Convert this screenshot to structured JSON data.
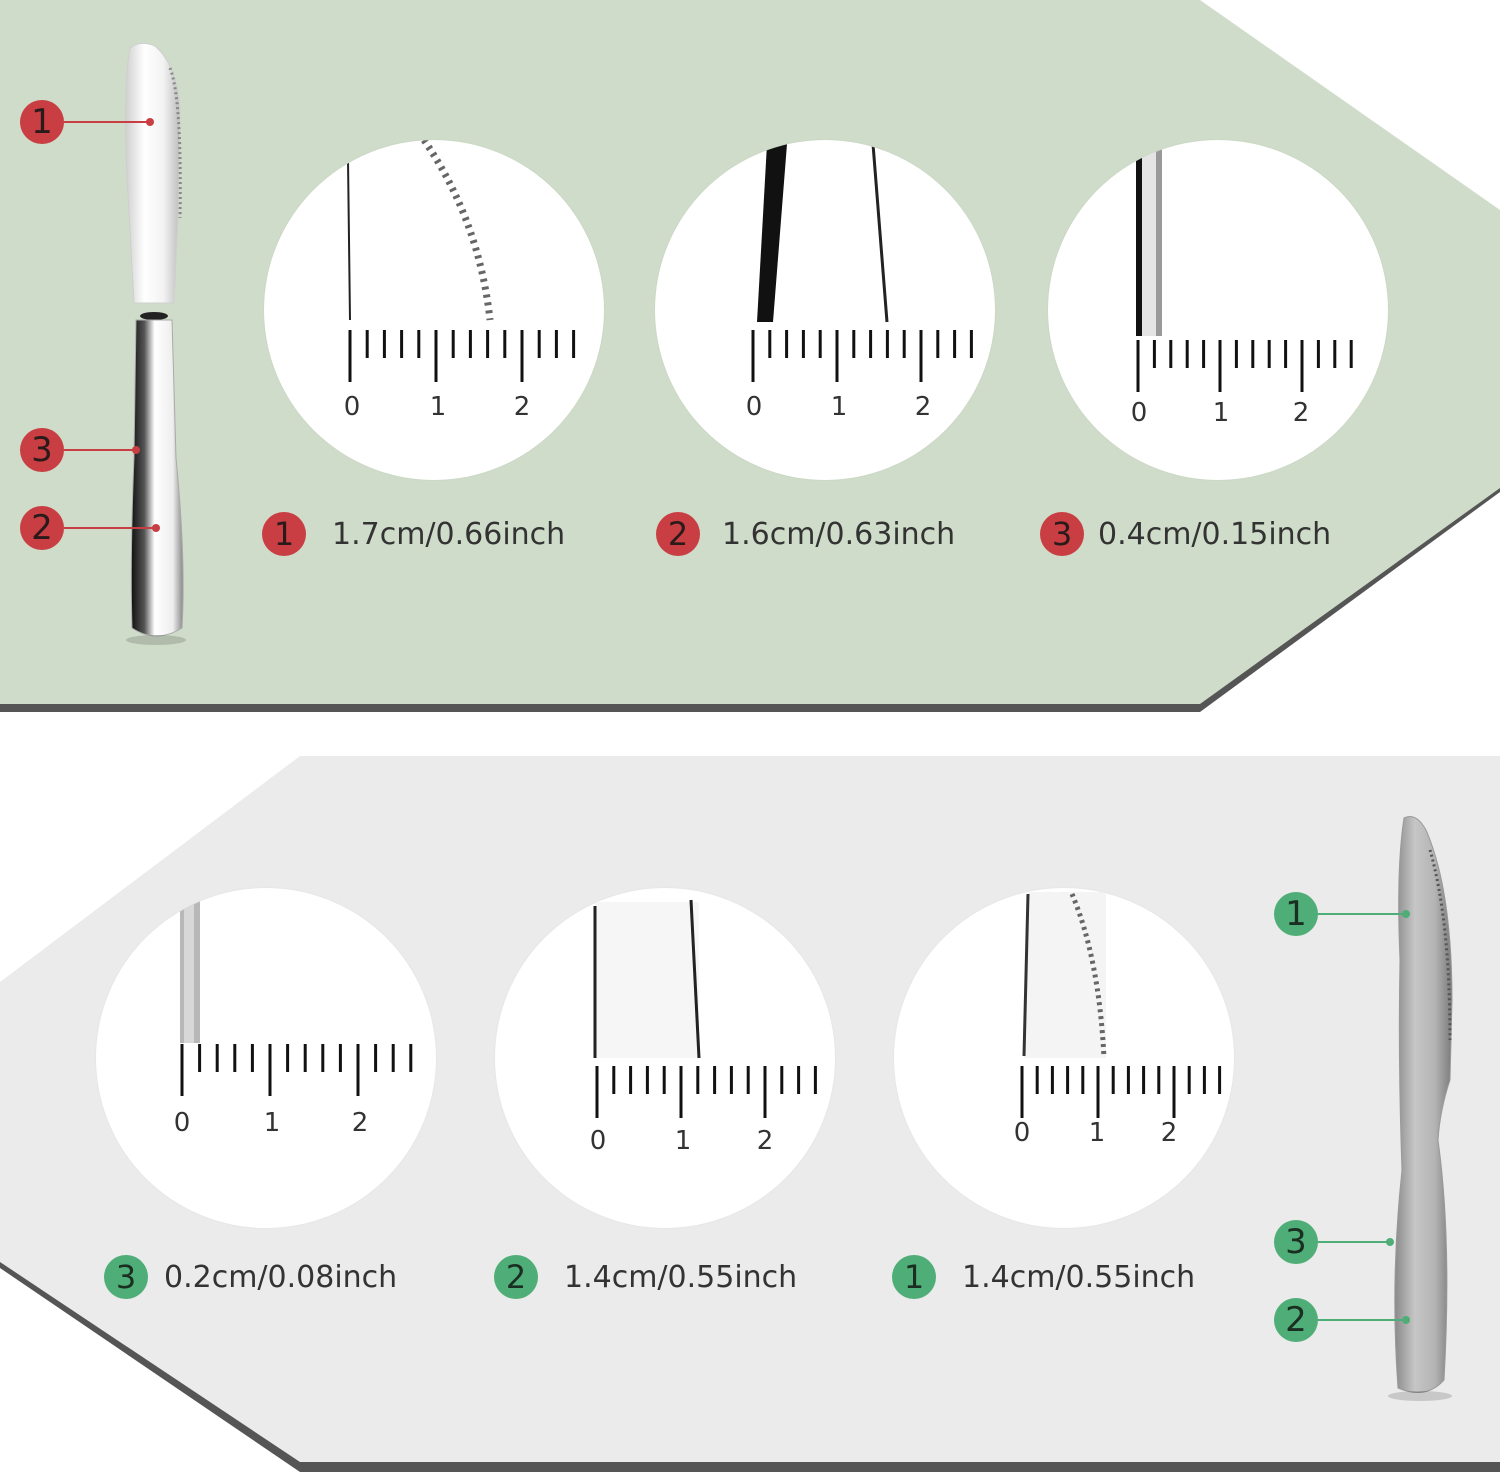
{
  "colors": {
    "top_panel": "#cfdcc9",
    "bottom_panel": "#ebebeb",
    "red_badge": "#c93e43",
    "green_badge": "#4fae77",
    "panel_shadow": "#555555"
  },
  "ruler_labels": [
    "0",
    "1",
    "2"
  ],
  "top": {
    "callouts": [
      {
        "num": "1"
      },
      {
        "num": "3"
      },
      {
        "num": "2"
      }
    ],
    "captions": [
      {
        "num": "1",
        "text": "1.7cm/0.66inch"
      },
      {
        "num": "2",
        "text": "1.6cm/0.63inch"
      },
      {
        "num": "3",
        "text": "0.4cm/0.15inch"
      }
    ]
  },
  "bottom": {
    "callouts": [
      {
        "num": "1"
      },
      {
        "num": "3"
      },
      {
        "num": "2"
      }
    ],
    "captions": [
      {
        "num": "3",
        "text": "0.2cm/0.08inch"
      },
      {
        "num": "2",
        "text": "1.4cm/0.55inch"
      },
      {
        "num": "1",
        "text": "1.4cm/0.55inch"
      }
    ]
  }
}
